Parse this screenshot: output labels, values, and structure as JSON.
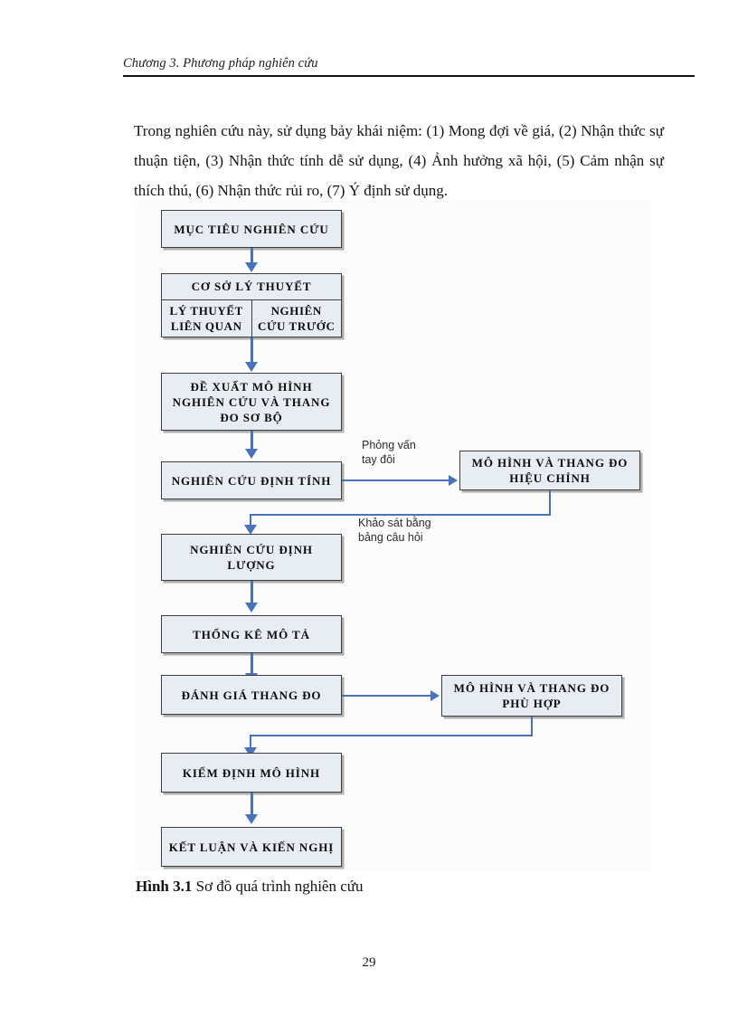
{
  "header": {
    "chapter_text": "Chương 3. Phương pháp nghiên cứu"
  },
  "body": {
    "paragraph": "Trong nghiên cứu này, sử dụng bảy khái niệm: (1) Mong đợi về giá, (2) Nhận thức sự thuận tiện, (3) Nhận thức tính dễ sử dụng, (4) Ảnh hưởng xã hội, (5) Cảm nhận sự thích thú, (6) Nhận thức rủi ro, (7) Ý định sử dụng."
  },
  "figure": {
    "caption_label": "Hình 3.1",
    "caption_text": " Sơ đồ quá trình nghiên cứu",
    "accent_color": "#4a72b8",
    "node_fill": "#e8ecf3",
    "node_border": "#3e3e3e",
    "nodes": {
      "objective": "MỤC TIÊU NGHIÊN CỨU",
      "theory_head": "CƠ SỞ LÝ THUYẾT",
      "theory_left": "LÝ THUYẾT\nLIÊN QUAN",
      "theory_right": "NGHIÊN\nCỨU TRƯỚC",
      "proposal": "ĐỀ XUẤT MÔ HÌNH\nNGHIÊN CỨU VÀ THANG\nĐO SƠ BỘ",
      "qualitative": "NGHIÊN CỨU ĐỊNH TÍNH",
      "adjusted_model": "MÔ HÌNH VÀ THANG ĐO\nHIỆU CHỈNH",
      "quantitative": "NGHIÊN CỨU ĐỊNH\nLƯỢNG",
      "descriptive": "THỐNG KÊ MÔ TẢ",
      "scale_eval": "ĐÁNH GIÁ THANG ĐO",
      "fit_model": "MÔ HÌNH VÀ THANG ĐO\nPHÙ HỢP",
      "model_test": "KIỂM ĐỊNH MÔ HÌNH",
      "conclusion": "KẾT LUẬN VÀ KIẾN NGHỊ"
    },
    "edge_labels": {
      "interview": "Phỏng vấn\ntay đôi",
      "survey": "Khảo sát bằng\nbảng câu hỏi"
    }
  },
  "footer": {
    "page_number": "29"
  }
}
